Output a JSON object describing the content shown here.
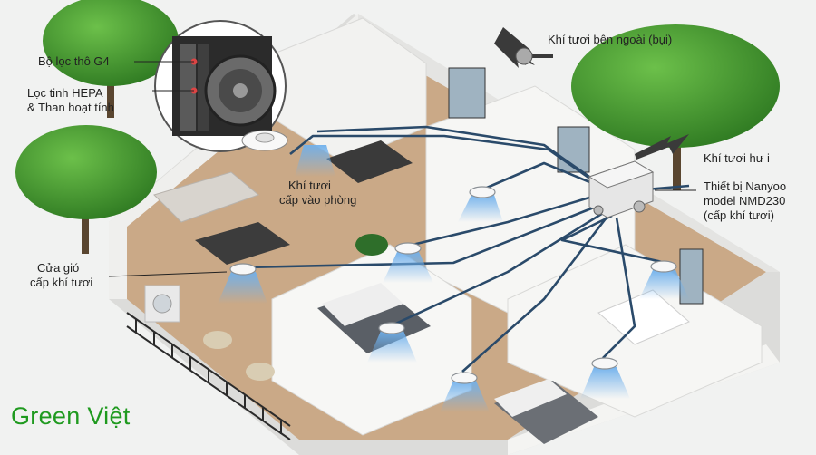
{
  "labels": {
    "filter_g4": "Bộ lọc thô G4",
    "hepa_line1": "Lọc tinh HEPA",
    "hepa_line2": "& Than hoạt tính",
    "fresh_air_in_line1": "Khí tươi",
    "fresh_air_in_line2": "cấp vào phòng",
    "vent_line1": "Cửa gió",
    "vent_line2": "cấp khí tươi",
    "outside_air": "Khí tươi bên ngoài (bụi)",
    "fresh_air_treated": "Khí tươi hư i",
    "device_line1": "Thiết bị Nanyoo",
    "device_line2": "model NMD230",
    "device_line3": "(cấp khí tươi)"
  },
  "brand": "Green Việt",
  "colors": {
    "duct": "#2a4a6a",
    "airflow": "#7fb6e8",
    "tree_green": "#3f8f2a",
    "brand_green": "#1f9a1f",
    "wall": "#e9e9e7",
    "floor": "#c9ab8a"
  }
}
